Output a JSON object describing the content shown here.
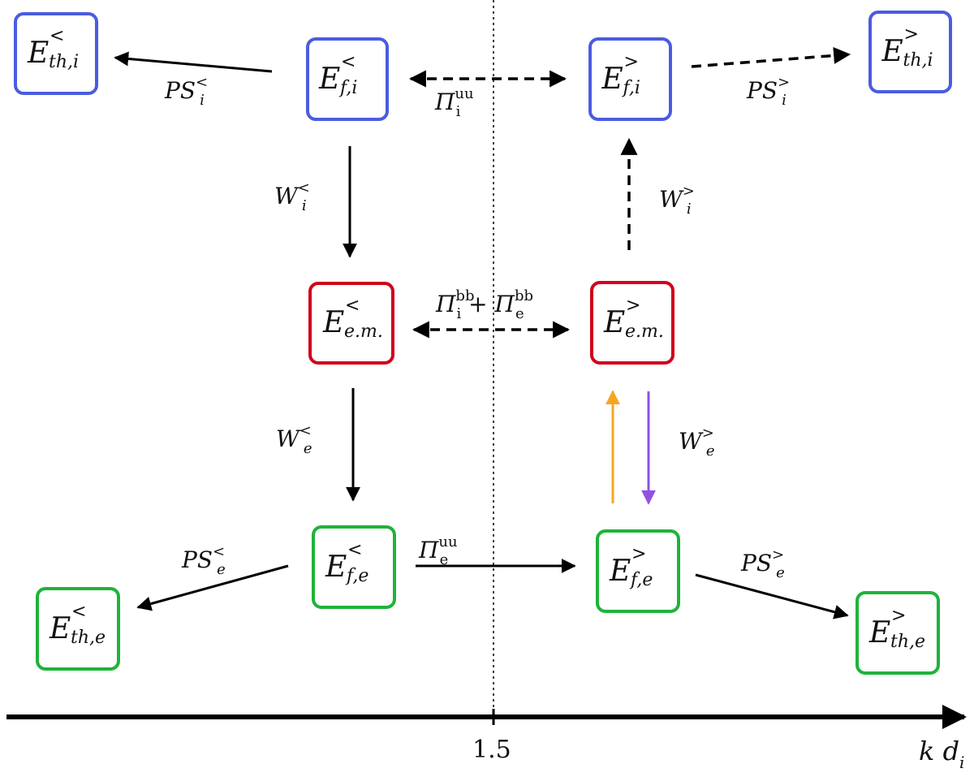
{
  "colors": {
    "ion": "#4b5ce0",
    "em": "#d0021b",
    "electron": "#1fb33a",
    "orange": "#f5a623",
    "purple": "#9152e3",
    "black": "#000000"
  },
  "nodes": {
    "Eth_i_lt": {
      "base": "E",
      "sup": "<",
      "sub": "th,i"
    },
    "Ef_i_lt": {
      "base": "E",
      "sup": "<",
      "sub": "f,i"
    },
    "Ef_i_gt": {
      "base": "E",
      "sup": ">",
      "sub": "f,i"
    },
    "Eth_i_gt": {
      "base": "E",
      "sup": ">",
      "sub": "th,i"
    },
    "Eem_lt": {
      "base": "E",
      "sup": "<",
      "sub": "e.m."
    },
    "Eem_gt": {
      "base": "E",
      "sup": ">",
      "sub": "e.m."
    },
    "Ef_e_lt": {
      "base": "E",
      "sup": "<",
      "sub": "f,e"
    },
    "Ef_e_gt": {
      "base": "E",
      "sup": ">",
      "sub": "f,e"
    },
    "Eth_e_lt": {
      "base": "E",
      "sup": "<",
      "sub": "th,e"
    },
    "Eth_e_gt": {
      "base": "E",
      "sup": ">",
      "sub": "th,e"
    }
  },
  "labels": {
    "PS_i_lt": {
      "base": "PS",
      "sub": "i",
      "sup": "<"
    },
    "PS_i_gt": {
      "base": "PS",
      "sub": "i",
      "sup": ">"
    },
    "Pi_i_uu": {
      "base": "Π",
      "sub": "i",
      "sup": "uu"
    },
    "W_i_lt": {
      "base": "W",
      "sub": "i",
      "sup": "<"
    },
    "W_i_gt": {
      "base": "W",
      "sub": "i",
      "sup": ">"
    },
    "Pi_bb": {
      "base1": "Π",
      "sub1": "i",
      "sup1": "bb",
      "plus": "+",
      "base2": "Π",
      "sub2": "e",
      "sup2": "bb"
    },
    "W_e_lt": {
      "base": "W",
      "sub": "e",
      "sup": "<"
    },
    "W_e_gt": {
      "base": "W",
      "sub": "e",
      "sup": ">"
    },
    "Pi_e_uu": {
      "base": "Π",
      "sub": "e",
      "sup": "uu"
    },
    "PS_e_lt": {
      "base": "PS",
      "sub": "e",
      "sup": "<"
    },
    "PS_e_gt": {
      "base": "PS",
      "sub": "e",
      "sup": ">"
    }
  },
  "axis": {
    "tick_label": "1.5",
    "label_k": "k d",
    "label_sub": "i"
  }
}
